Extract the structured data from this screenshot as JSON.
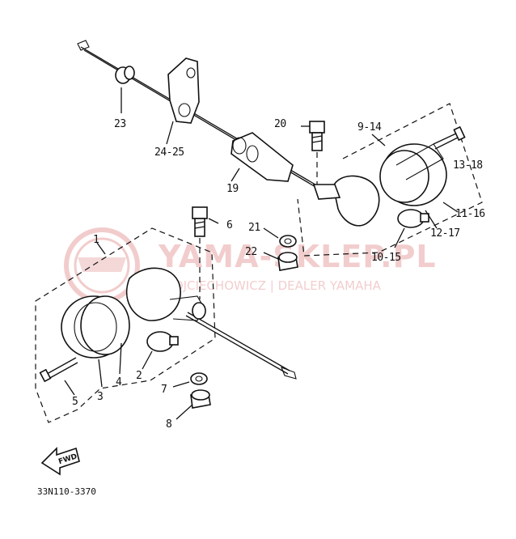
{
  "watermark": {
    "brand": "YAMA-SKLEP.PL",
    "tagline": "WOJCIECHOWICZ | DEALER YAMAHA"
  },
  "diagram_code": "33N110-3370",
  "fwd_label": "FWD",
  "callouts": {
    "c1": "1",
    "c2": "2",
    "c3": "3",
    "c4": "4",
    "c5": "5",
    "c6": "6",
    "c7": "7",
    "c8": "8",
    "c9_14": "9-14",
    "c10_15": "10-15",
    "c11_16": "11-16",
    "c12_17": "12-17",
    "c13_18": "13-18",
    "c19": "19",
    "c20": "20",
    "c21": "21",
    "c22": "22",
    "c23": "23",
    "c24_25": "24-25"
  }
}
